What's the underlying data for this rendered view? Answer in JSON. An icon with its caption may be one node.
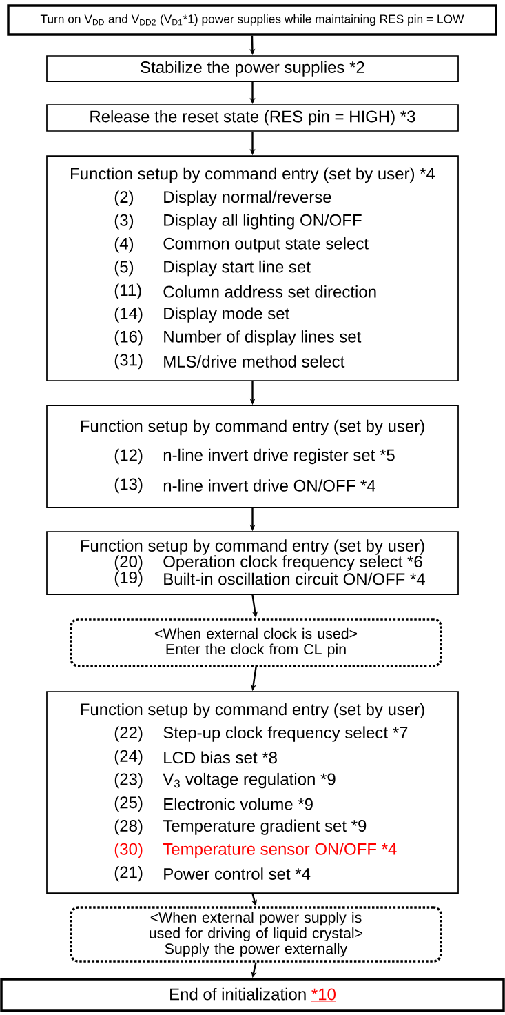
{
  "diagram": {
    "nodes": [
      {
        "text": [
          "Turn on V$_{DD}$ and V$_{DD2}$ (V$_{D1}$*1) power supplies while maintaining RES pin = LOW"
        ]
      },
      {
        "text": [
          "Stabilize the power supplies *2"
        ]
      },
      {
        "text": [
          "Release the reset state (RES pin = HIGH) *3"
        ]
      },
      {
        "text": [
          "Function setup by command entry (set by user) *4",
          "(2)",
          "Display normal/reverse",
          "(3)",
          "Display all lighting ON/OFF",
          "(4)",
          "Common output state select",
          "(5)",
          "Display start line set",
          "(11)",
          "Column address set direction",
          "(14)",
          "Display mode set",
          "(16)",
          "Number of display lines set",
          "(31)",
          "MLS/drive method select"
        ]
      },
      {
        "text": [
          "Function setup by command entry (set by user)",
          "(12)",
          "n-line invert drive register set *5",
          "(13)",
          "n-line invert drive ON/OFF *4"
        ]
      },
      {
        "text": [
          "Function setup by command entry (set by user)",
          "(20)",
          "Operation clock frequency select *6",
          "(19)",
          "Built-in oscillation circuit ON/OFF *4"
        ]
      },
      {
        "text": [
          "<When external clock is used>",
          "Enter the clock from CL pin"
        ]
      },
      {
        "text": [
          "Function setup by command entry (set by user)",
          "(22)",
          "Step-up clock frequency select *7",
          "(24)",
          "LCD bias set *8",
          "(23)",
          "V$_{3}$ voltage regulation *9",
          "(25)",
          "Electronic volume *9",
          "(28)",
          "Temperature gradient set *9",
          "(30)",
          "Temperature sensor ON/OFF *4",
          "(21)",
          "Power control set *4"
        ]
      },
      {
        "text": [
          "<When external power supply is used for driving of liquid crystal>",
          "Supply the power externally"
        ]
      },
      {
        "text": [
          "End of initialization",
          "*10"
        ]
      }
    ],
    "edges": [
      {
        "from": 0,
        "to": 1,
        "arrow": "to"
      },
      {
        "from": 1,
        "to": 2,
        "arrow": "to"
      },
      {
        "from": 2,
        "to": 3,
        "arrow": "to"
      },
      {
        "from": 3,
        "to": 4,
        "arrow": "to"
      },
      {
        "from": 4,
        "to": 5,
        "arrow": "to"
      },
      {
        "from": 5,
        "to": 6,
        "arrow": "to"
      },
      {
        "from": 6,
        "to": 7,
        "arrow": "to"
      },
      {
        "from": 7,
        "to": 8,
        "arrow": "to"
      },
      {
        "from": 8,
        "to": 9,
        "arrow": "to"
      }
    ]
  }
}
